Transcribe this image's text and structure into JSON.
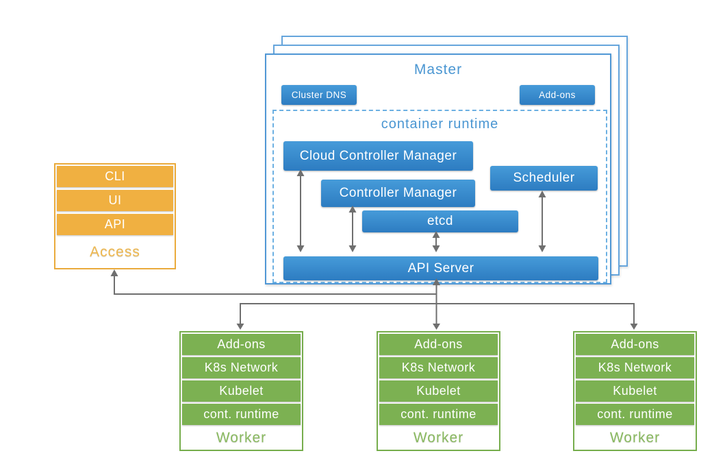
{
  "master": {
    "title": "Master",
    "cluster_dns_label": "Cluster DNS",
    "addons_label": "Add-ons",
    "container_runtime_title": "container runtime",
    "components": {
      "cloud_controller_manager": "Cloud Controller Manager",
      "controller_manager": "Controller Manager",
      "scheduler": "Scheduler",
      "etcd": "etcd",
      "api_server": "API Server"
    }
  },
  "access": {
    "rows": [
      "CLI",
      "UI",
      "API"
    ],
    "label": "Access"
  },
  "workers": [
    {
      "rows": [
        "Add-ons",
        "K8s Network",
        "Kubelet",
        "cont. runtime"
      ],
      "label": "Worker"
    },
    {
      "rows": [
        "Add-ons",
        "K8s Network",
        "Kubelet",
        "cont. runtime"
      ],
      "label": "Worker"
    },
    {
      "rows": [
        "Add-ons",
        "K8s Network",
        "Kubelet",
        "cont. runtime"
      ],
      "label": "Worker"
    }
  ],
  "colors": {
    "component_blue_top": "#469bd9",
    "component_blue_bottom": "#2d7cc1",
    "master_border_blue": "#4f97d5",
    "dashed_border_blue": "#6cb0e2",
    "heading_blue": "#4a96d2",
    "access_orange": "#f0b041",
    "access_label_orange": "#efb84e",
    "worker_green": "#7cb152",
    "worker_label_green": "#8aba60",
    "connector_gray": "#6f6f6f"
  }
}
